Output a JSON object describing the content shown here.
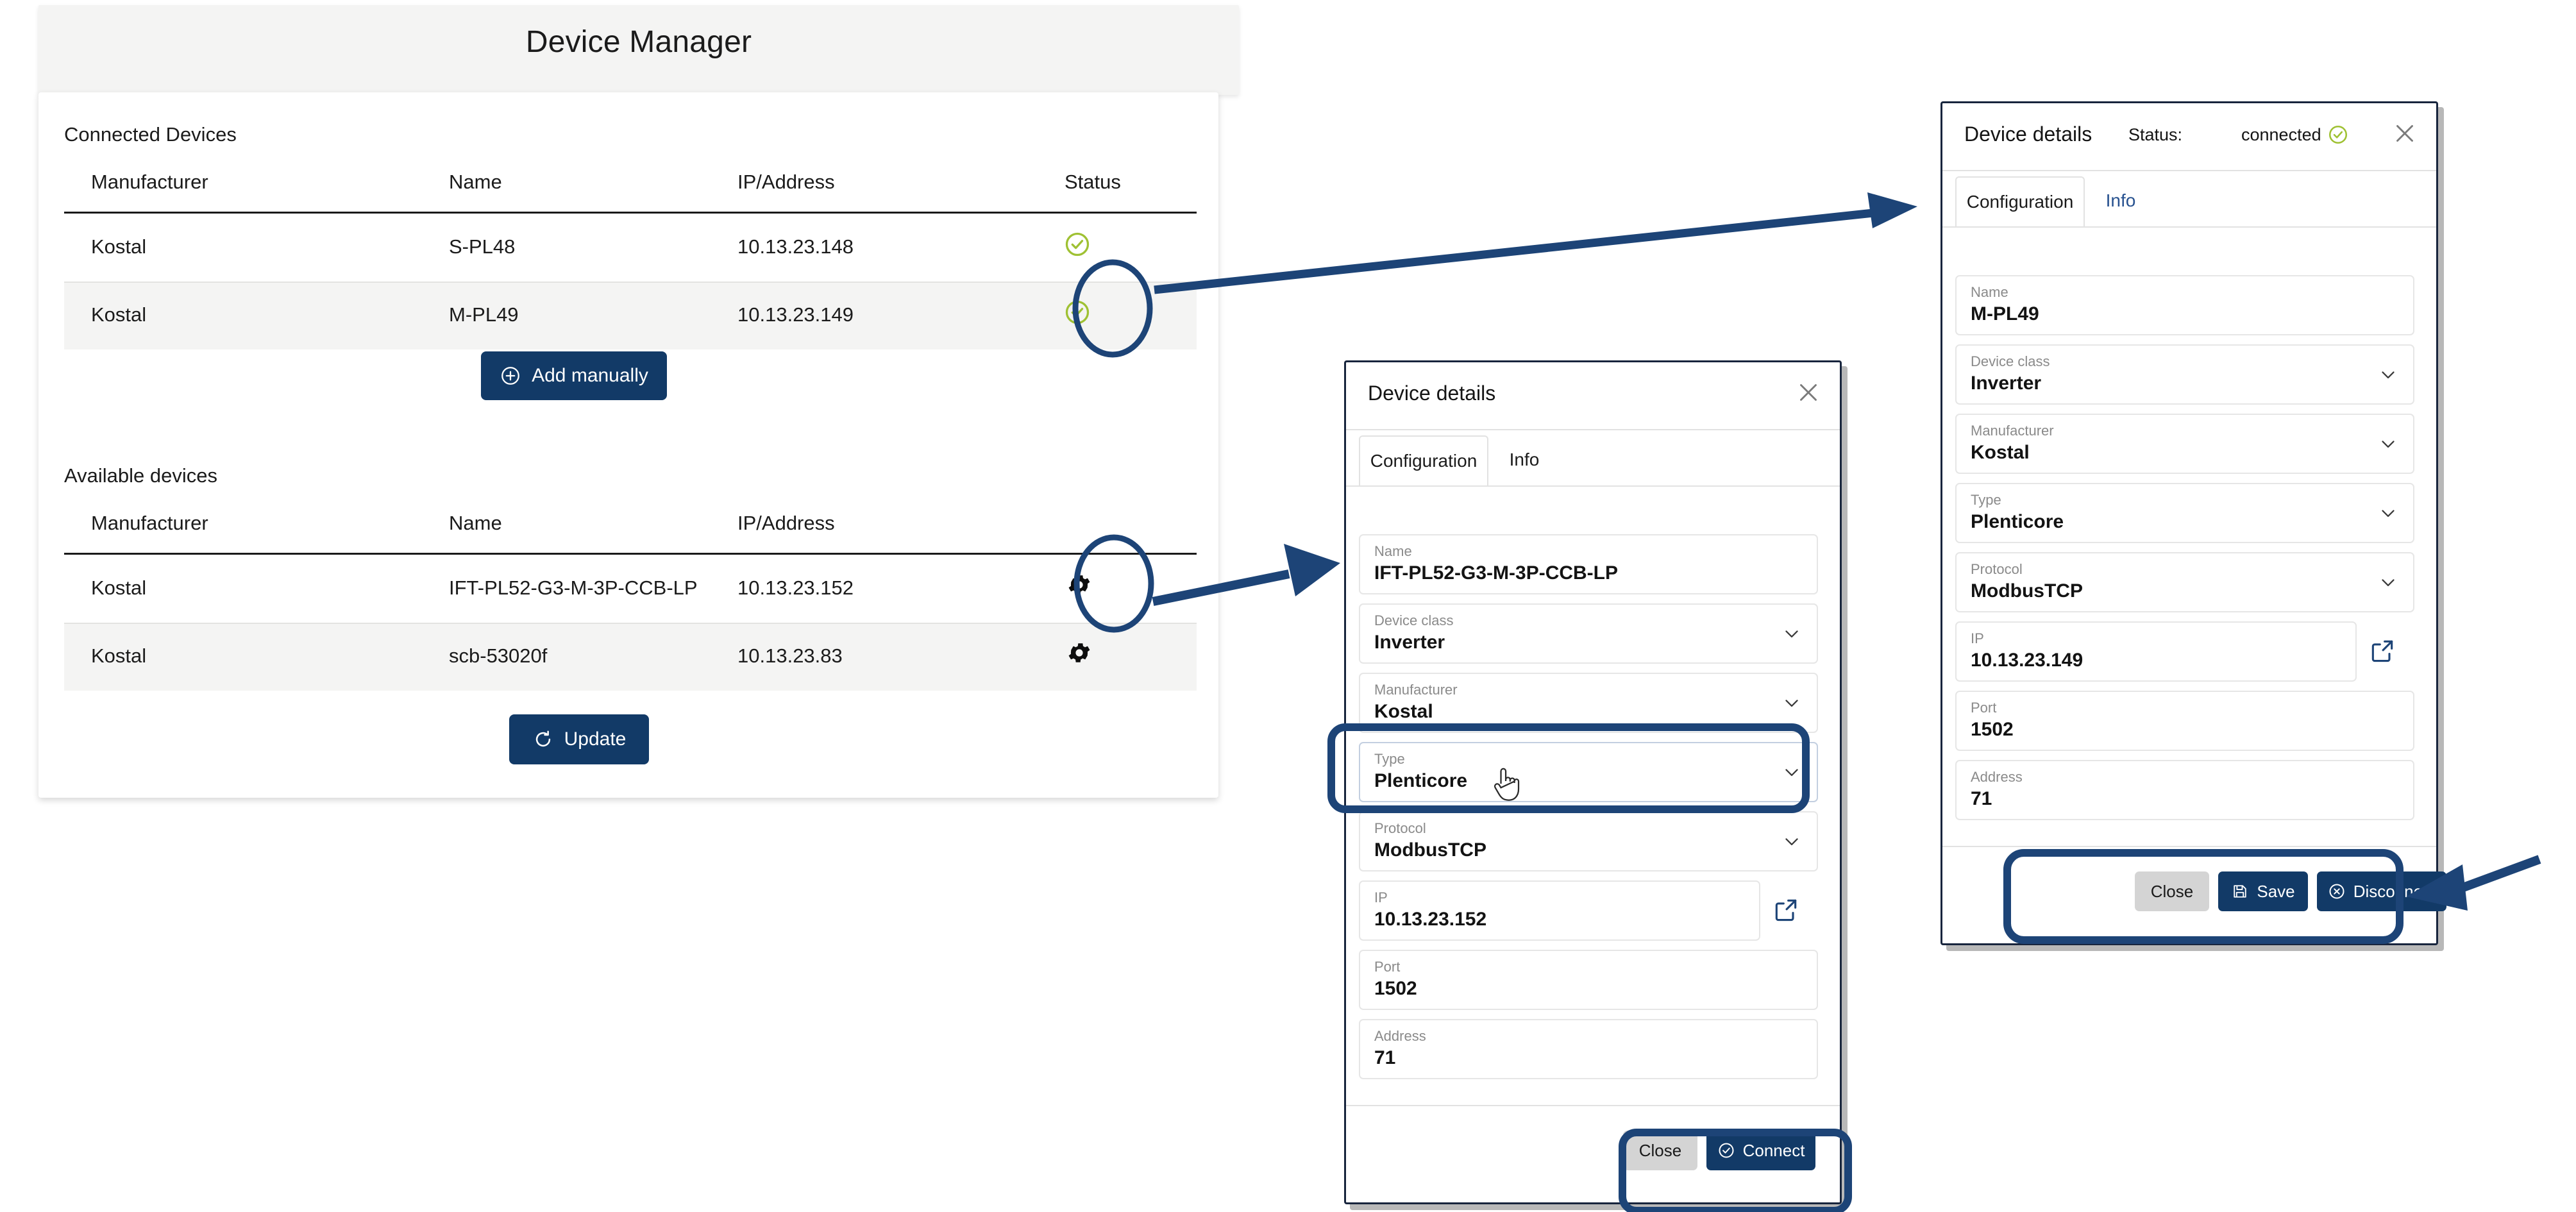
{
  "app": {
    "title": "Device Manager"
  },
  "connected_section": {
    "label": "Connected Devices",
    "columns": [
      "Manufacturer",
      "Name",
      "IP/Address",
      "Status"
    ],
    "rows": [
      {
        "manufacturer": "Kostal",
        "name": "S-PL48",
        "ip": "10.13.23.148",
        "status_icon": "check-circle-icon"
      },
      {
        "manufacturer": "Kostal",
        "name": "M-PL49",
        "ip": "10.13.23.149",
        "status_icon": "check-circle-icon"
      }
    ],
    "add_button": {
      "label": "Add manually",
      "icon": "plus-circle-icon"
    }
  },
  "available_section": {
    "label": "Available devices",
    "columns": [
      "Manufacturer",
      "Name",
      "IP/Address"
    ],
    "rows": [
      {
        "manufacturer": "Kostal",
        "name": "IFT-PL52-G3-M-3P-CCB-LP",
        "ip": "10.13.23.152",
        "action_icon": "gear-icon"
      },
      {
        "manufacturer": "Kostal",
        "name": "scb-53020f",
        "ip": "10.13.23.83",
        "action_icon": "gear-icon"
      }
    ],
    "update_button": {
      "label": "Update",
      "icon": "refresh-icon"
    }
  },
  "dialog_available": {
    "title": "Device details",
    "close_icon": "close-icon",
    "tabs": [
      {
        "label": "Configuration",
        "active": true
      },
      {
        "label": "Info",
        "active": false
      }
    ],
    "fields": [
      {
        "label": "Name",
        "value": "IFT-PL52-G3-M-3P-CCB-LP",
        "control": "text"
      },
      {
        "label": "Device class",
        "value": "Inverter",
        "control": "select"
      },
      {
        "label": "Manufacturer",
        "value": "Kostal",
        "control": "select"
      },
      {
        "label": "Type",
        "value": "Plenticore",
        "control": "select"
      },
      {
        "label": "Protocol",
        "value": "ModbusTCP",
        "control": "select"
      },
      {
        "label": "IP",
        "value": "10.13.23.152",
        "control": "text-link",
        "link_icon": "external-link-icon"
      },
      {
        "label": "Port",
        "value": "1502",
        "control": "text"
      },
      {
        "label": "Address",
        "value": "71",
        "control": "text"
      }
    ],
    "buttons": [
      {
        "label": "Close",
        "style": "grey"
      },
      {
        "label": "Connect",
        "style": "navy",
        "icon": "check-circle-icon"
      }
    ],
    "cursor_icon": "pointing-hand-cursor"
  },
  "dialog_connected": {
    "title": "Device details",
    "status_label": "Status:",
    "status_value": "connected",
    "status_icon": "check-circle-icon",
    "close_icon": "close-icon",
    "tabs": [
      {
        "label": "Configuration",
        "active": true
      },
      {
        "label": "Info",
        "active": false
      }
    ],
    "fields": [
      {
        "label": "Name",
        "value": "M-PL49",
        "control": "text"
      },
      {
        "label": "Device class",
        "value": "Inverter",
        "control": "select"
      },
      {
        "label": "Manufacturer",
        "value": "Kostal",
        "control": "select"
      },
      {
        "label": "Type",
        "value": "Plenticore",
        "control": "select"
      },
      {
        "label": "Protocol",
        "value": "ModbusTCP",
        "control": "select"
      },
      {
        "label": "IP",
        "value": "10.13.23.149",
        "control": "text-link",
        "link_icon": "external-link-icon"
      },
      {
        "label": "Port",
        "value": "1502",
        "control": "text"
      },
      {
        "label": "Address",
        "value": "71",
        "control": "text"
      }
    ],
    "buttons": [
      {
        "label": "Close",
        "style": "grey"
      },
      {
        "label": "Save",
        "style": "navy",
        "icon": "floppy-disk-icon"
      },
      {
        "label": "Disconnect",
        "style": "navy",
        "icon": "x-circle-icon"
      }
    ]
  },
  "colors": {
    "navy": "#123a67",
    "annotation_blue": "#1d4477",
    "status_green": "#9fc133",
    "header_grey": "#f4f4f3",
    "row_alt": "#f4f4f3"
  }
}
